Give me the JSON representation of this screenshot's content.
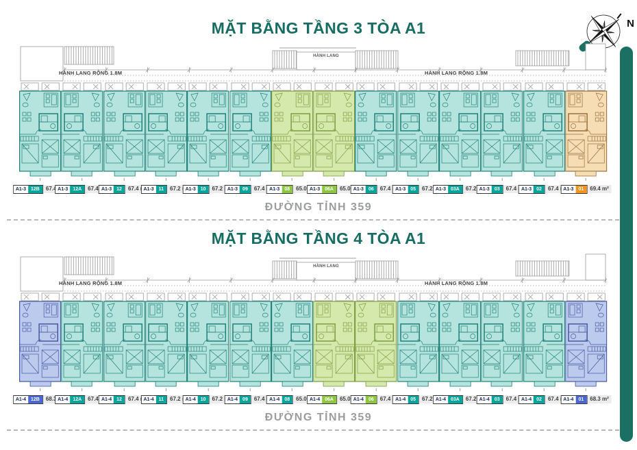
{
  "compass": {
    "north_label": "N"
  },
  "floors": [
    {
      "title": "MẶT BẰNG TẦNG 3 TÒA A1",
      "corridor_label_left": "HÀNH LANG RỘNG 1.8M",
      "corridor_label_right": "HÀNH LANG RỘNG 1.8M",
      "corridor_label_center": "HÀNH LANG",
      "road_label": "ĐƯỜNG TỈNH 359",
      "units": [
        {
          "block": "A1-3",
          "unit": "12B",
          "area": "67.4 m²",
          "color": "teal"
        },
        {
          "block": "A1-3",
          "unit": "12A",
          "area": "67.4 m²",
          "color": "teal"
        },
        {
          "block": "A1-3",
          "unit": "12",
          "area": "67.4 m²",
          "color": "teal"
        },
        {
          "block": "A1-3",
          "unit": "11",
          "area": "67.2 m²",
          "color": "teal"
        },
        {
          "block": "A1-3",
          "unit": "10",
          "area": "67.2 m²",
          "color": "teal"
        },
        {
          "block": "A1-3",
          "unit": "09",
          "area": "67.4 m²",
          "color": "teal"
        },
        {
          "block": "A1-3",
          "unit": "08",
          "area": "65.0 m²",
          "color": "green"
        },
        {
          "block": "A1-3",
          "unit": "06A",
          "area": "65.0 m²",
          "color": "green"
        },
        {
          "block": "A1-3",
          "unit": "06",
          "area": "67.4 m²",
          "color": "teal"
        },
        {
          "block": "A1-3",
          "unit": "05",
          "area": "67.2 m²",
          "color": "teal"
        },
        {
          "block": "A1-3",
          "unit": "03A",
          "area": "67.2 m²",
          "color": "teal"
        },
        {
          "block": "A1-3",
          "unit": "03",
          "area": "67.4 m²",
          "color": "teal"
        },
        {
          "block": "A1-3",
          "unit": "02",
          "area": "67.4 m²",
          "color": "teal"
        },
        {
          "block": "A1-3",
          "unit": "01",
          "area": "69.4 m²",
          "color": "orange"
        }
      ]
    },
    {
      "title": "MẶT BẰNG TẦNG 4 TÒA A1",
      "corridor_label_left": "HÀNH LANG RỘNG 1.8M",
      "corridor_label_right": "HÀNH LANG RỘNG 1.8M",
      "corridor_label_center": "HÀNH LANG",
      "road_label": "ĐƯỜNG TỈNH 359",
      "units": [
        {
          "block": "A1-4",
          "unit": "12B",
          "area": "68.3 m²",
          "color": "blue"
        },
        {
          "block": "A1-4",
          "unit": "12A",
          "area": "67.4 m²",
          "color": "teal"
        },
        {
          "block": "A1-4",
          "unit": "12",
          "area": "67.4 m²",
          "color": "teal"
        },
        {
          "block": "A1-4",
          "unit": "11",
          "area": "67.2 m²",
          "color": "teal"
        },
        {
          "block": "A1-4",
          "unit": "10",
          "area": "67.2 m²",
          "color": "teal"
        },
        {
          "block": "A1-4",
          "unit": "09",
          "area": "67.4 m²",
          "color": "teal"
        },
        {
          "block": "A1-4",
          "unit": "08",
          "area": "65.0 m²",
          "color": "teal"
        },
        {
          "block": "A1-4",
          "unit": "06A",
          "area": "65.0 m²",
          "color": "green"
        },
        {
          "block": "A1-4",
          "unit": "06",
          "area": "67.4 m²",
          "color": "green"
        },
        {
          "block": "A1-4",
          "unit": "05",
          "area": "67.2 m²",
          "color": "teal"
        },
        {
          "block": "A1-4",
          "unit": "03A",
          "area": "67.2 m²",
          "color": "teal"
        },
        {
          "block": "A1-4",
          "unit": "03",
          "area": "67.4 m²",
          "color": "teal"
        },
        {
          "block": "A1-4",
          "unit": "02",
          "area": "67.4 m²",
          "color": "teal"
        },
        {
          "block": "A1-4",
          "unit": "01",
          "area": "68.3 m²",
          "color": "blue"
        }
      ]
    }
  ],
  "colors": {
    "title": "#176d62",
    "road": "#9b9da0",
    "bar": "#1b6f63",
    "teal_fill": "#b5e4de",
    "teal_line": "#1f8078",
    "teal_chip": "#00a59b",
    "green_fill": "#d6e9ac",
    "green_line": "#7c9c42",
    "green_chip": "#8dc63f",
    "orange_fill": "#f6ddb4",
    "orange_line": "#97703c",
    "orange_chip": "#f7941e",
    "blue_fill": "#bccaee",
    "blue_line": "#44589e",
    "blue_chip": "#4968d6"
  }
}
